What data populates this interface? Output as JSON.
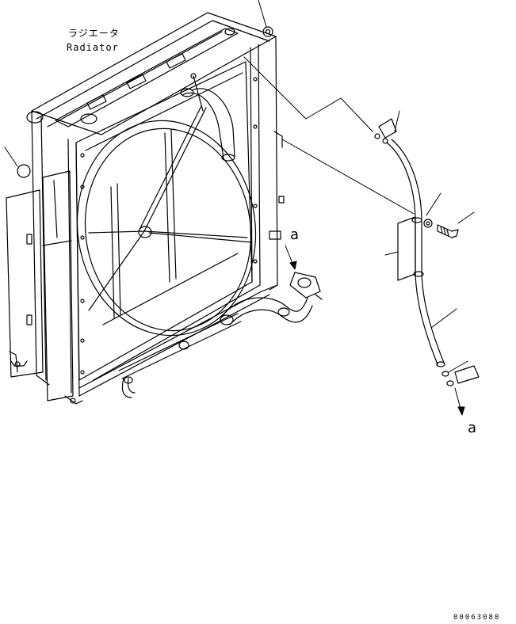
{
  "labels": {
    "part_name_jp": "ラジエータ",
    "part_name_en": "Radiator",
    "view_marker_top": "a",
    "view_marker_bottom": "a",
    "drawing_number": "00063080"
  },
  "colors": {
    "line": "#000000",
    "background": "#ffffff"
  }
}
